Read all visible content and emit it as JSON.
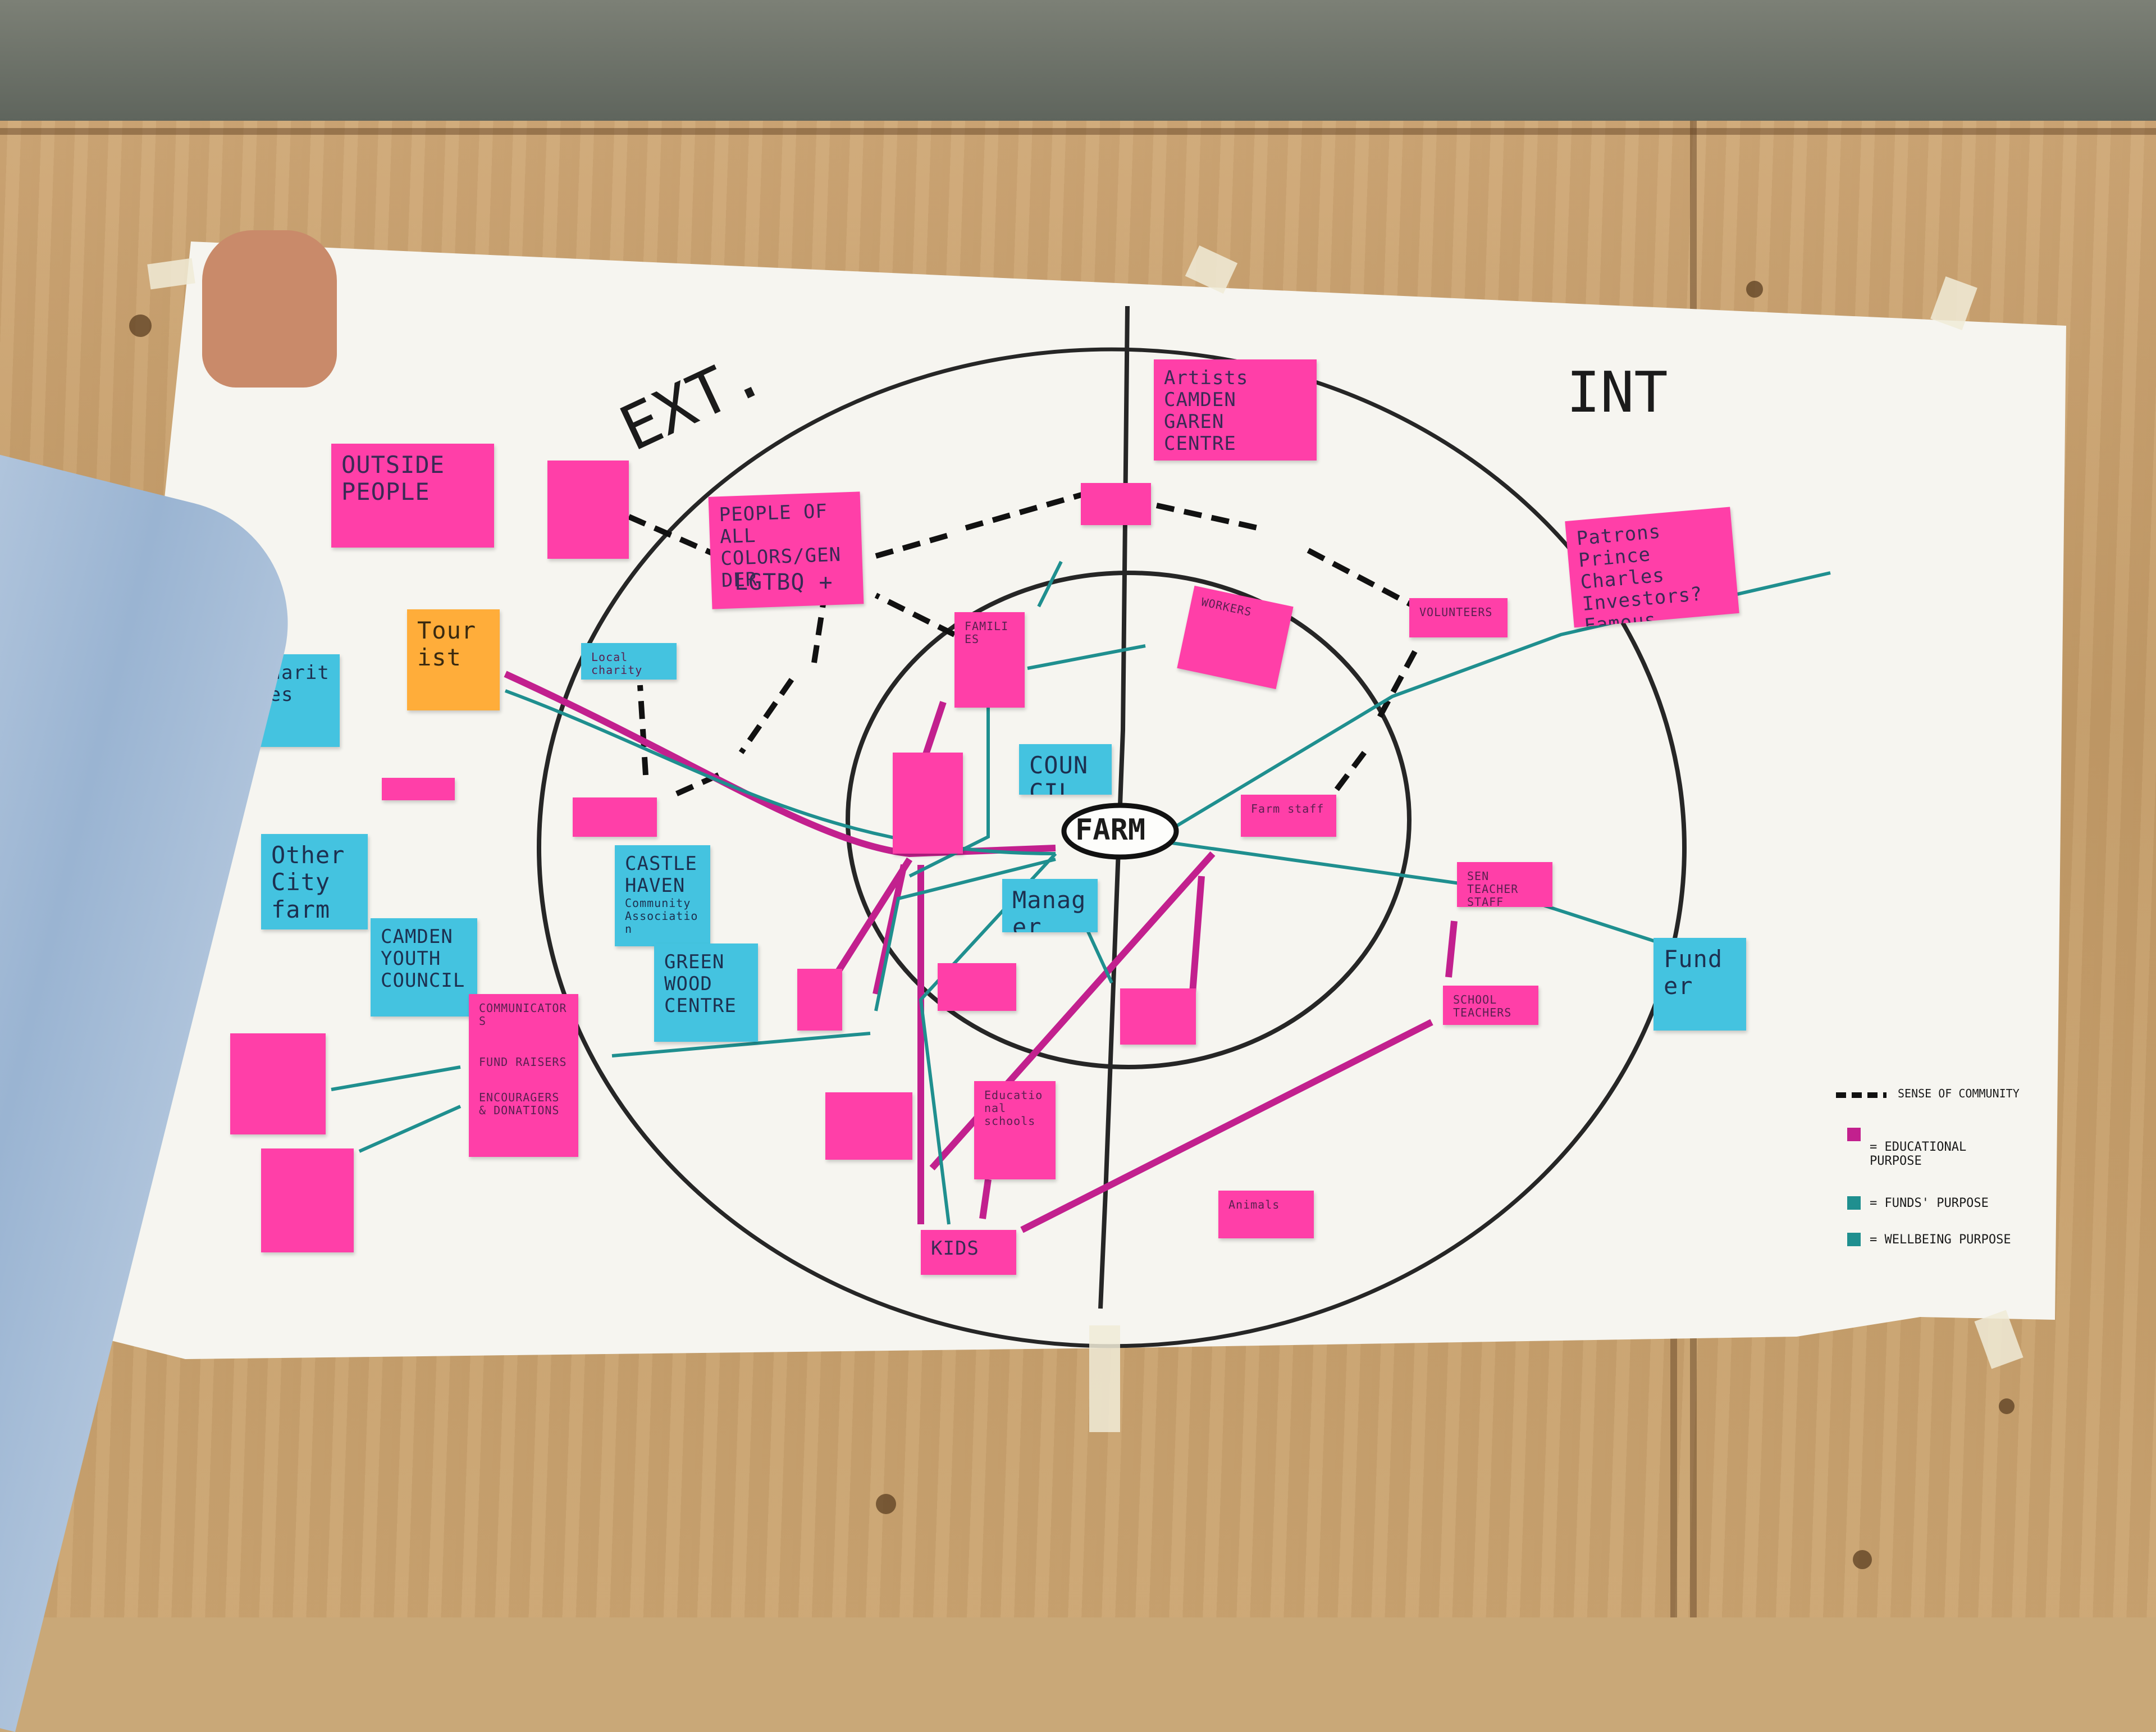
{
  "board": {
    "ext_label": "EXT.",
    "int_label": "INT",
    "center_label": "FARM"
  },
  "notes": {
    "outside_people": "OUTSIDE PEOPLE",
    "artists": "Artists CAMDEN GAREN CENTRE",
    "people_all": "PEOPLE OF ALL COLORS/GENDER",
    "lgbtq": "LGTBQ +",
    "patrons": "Patrons Prince Charles Investors? Famous people?",
    "volunteers": "VOLUNTEERS",
    "tourist": "Tourist",
    "local_charity": "Local charity",
    "charities": "charities",
    "families": "FAMILIES",
    "workers": "WORKERS",
    "council": "COUNCIL",
    "farm_staff": "Farm staff",
    "other_city_farm": "Other City farm",
    "castle_haven": "CASTLE HAVEN",
    "castle_haven_sub": "Community Association",
    "camden_youth": "CAMDEN YOUTH COUNCIL",
    "manager": "Manager",
    "green_wood": "GREEN WOOD CENTRE",
    "communicators": "COMMUNICATORS",
    "fundraisers": "FUND RAISERS",
    "encouragers": "ENCOURAGERS & DONATIONS",
    "kids": "KIDS",
    "animals": "Animals",
    "funder": "Funder",
    "school_teachers": "SCHOOL TEACHERS",
    "sen_teacher": "SEN TEACHER STAFF EXPERTS",
    "educational": "Educational schools"
  },
  "legend": {
    "sense": "SENSE OF COMMUNITY",
    "educational": "= EDUCATIONAL PURPOSE",
    "funds": "= FUNDS' PURPOSE",
    "wellbeing": "= WELLBEING PURPOSE"
  },
  "colors": {
    "pink_note": "#ff3fa8",
    "cyan_note": "#44c3e0",
    "orange_note": "#ffad3a",
    "educational_line": "#c2208e",
    "funds_line": "#1f8f8f",
    "community_line": "#111111"
  }
}
